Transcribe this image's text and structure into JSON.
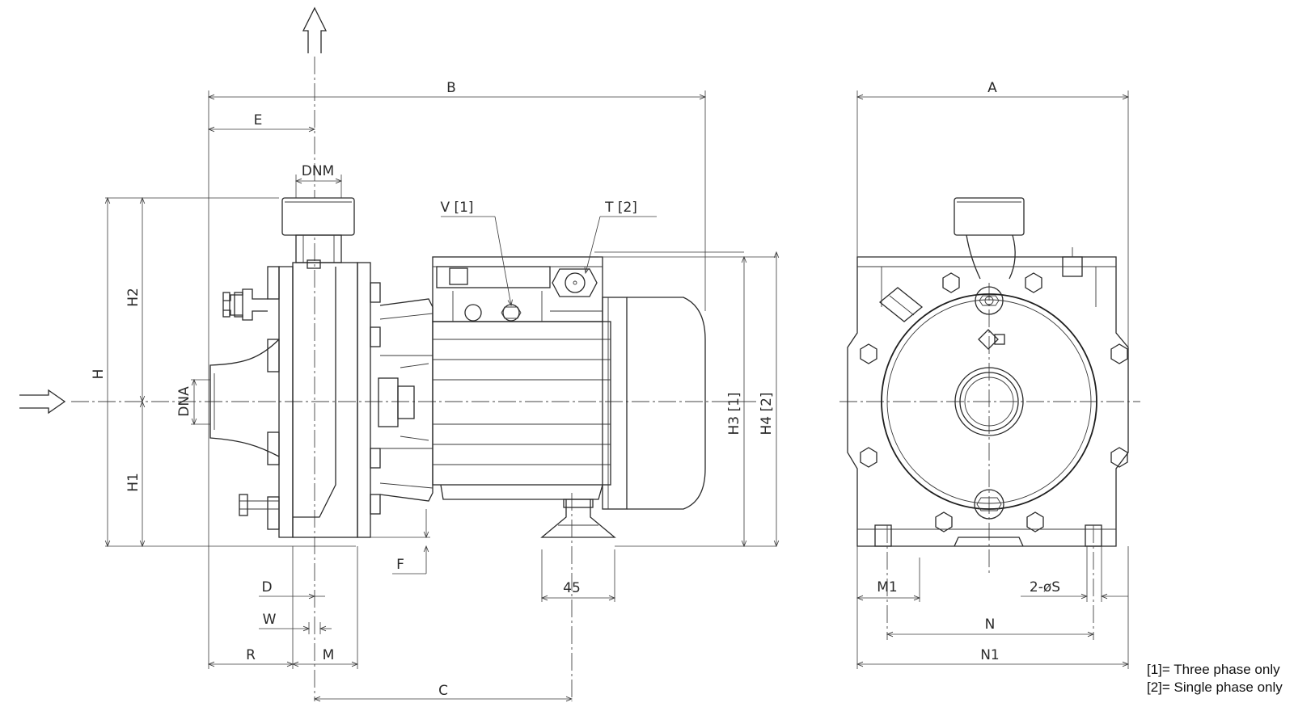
{
  "dimensions": {
    "A": "A",
    "B": "B",
    "C": "C",
    "D": "D",
    "E": "E",
    "F": "F",
    "H": "H",
    "H1": "H1",
    "H2": "H2",
    "H3": "H3 [1]",
    "H4": "H4 [2]",
    "M": "M",
    "M1": "M1",
    "N": "N",
    "N1": "N1",
    "R": "R",
    "W": "W",
    "S": "2-øS",
    "DNA": "DNA",
    "DNM": "DNM",
    "foot": "45"
  },
  "callouts": {
    "V": "V [1]",
    "T": "T [2]"
  },
  "notes": [
    "[1]= Three phase only",
    "[2]= Single phase only"
  ]
}
